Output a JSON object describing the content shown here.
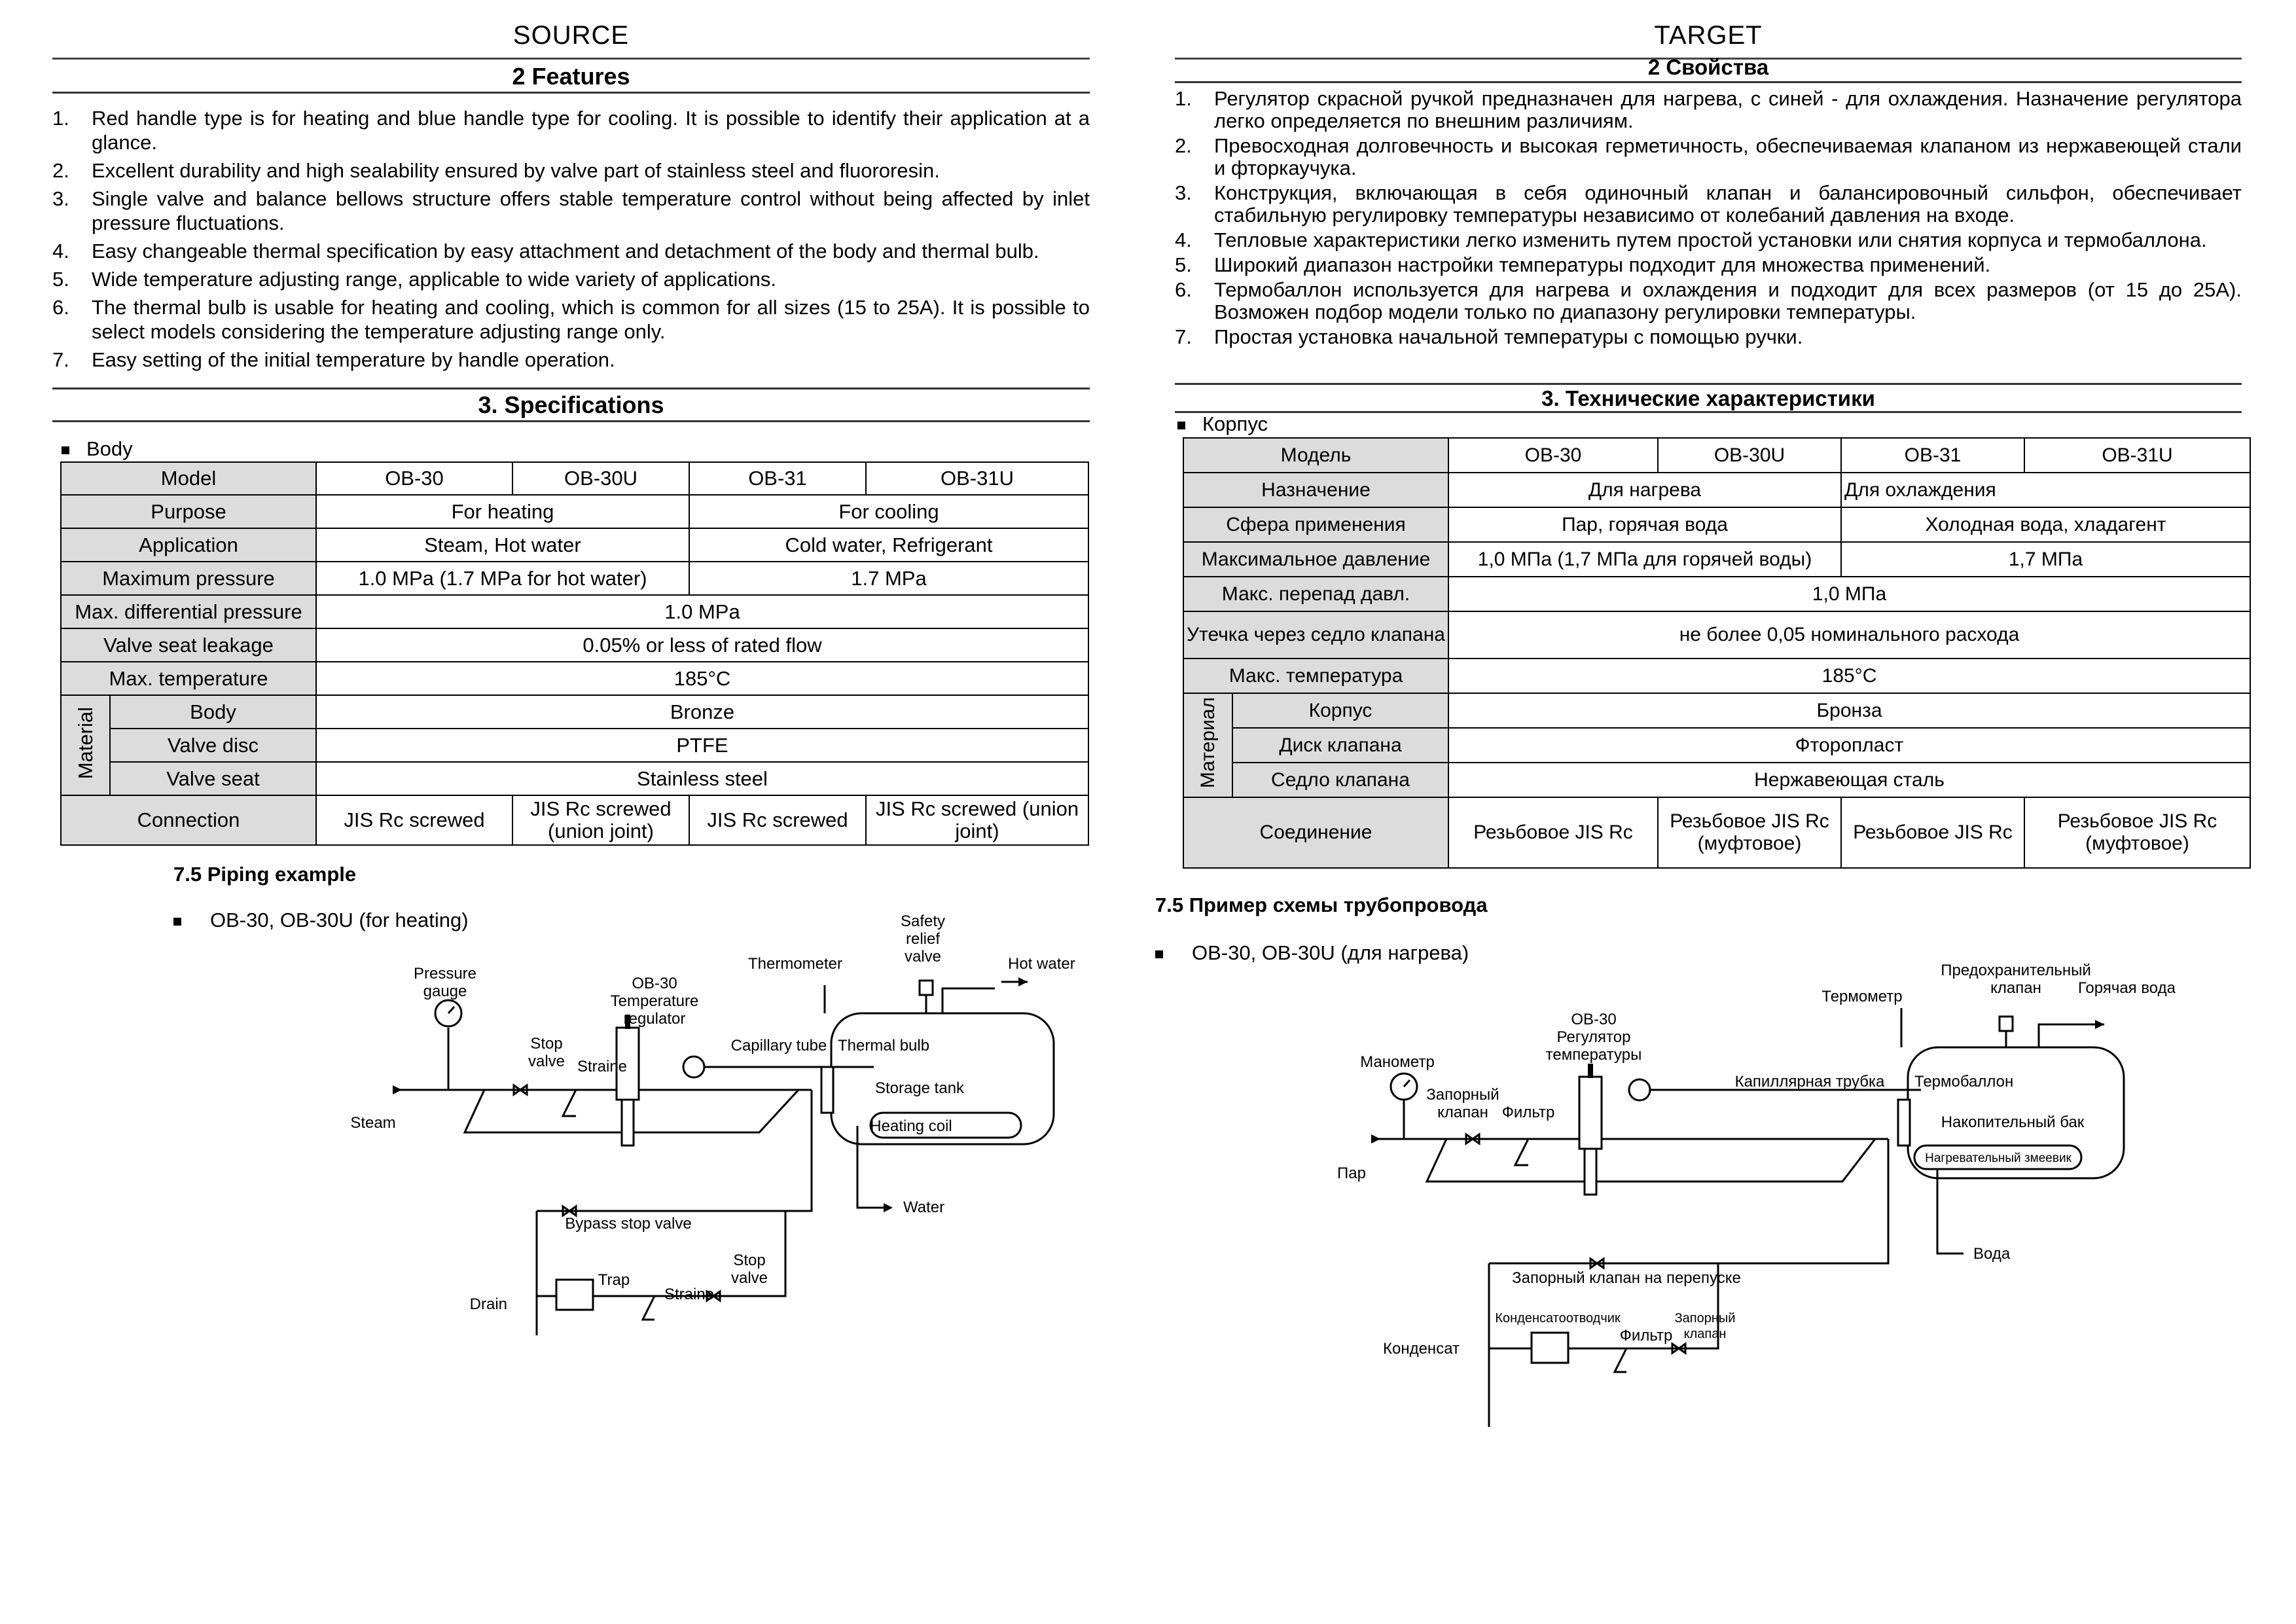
{
  "source": {
    "panel_title": "SOURCE",
    "features_heading": "2 Features",
    "features": [
      {
        "num": "1.",
        "text": "Red handle type is for heating and blue handle type for cooling. It is possible to identify their application at a glance."
      },
      {
        "num": "2.",
        "text": "Excellent durability and high sealability ensured by valve part of stainless steel and fluororesin."
      },
      {
        "num": "3.",
        "text": "Single valve and balance bellows structure offers stable temperature control without being affected by inlet pressure fluctuations."
      },
      {
        "num": "4.",
        "text": "Easy changeable thermal specification by easy attachment and detachment of the body and thermal bulb."
      },
      {
        "num": "5.",
        "text": "Wide temperature adjusting range, applicable to wide variety of applications."
      },
      {
        "num": "6.",
        "text": "The thermal bulb is usable for heating and cooling, which is common for all sizes (15 to 25A). It is possible to select models considering the temperature adjusting range only."
      },
      {
        "num": "7.",
        "text": "Easy setting of the initial temperature by handle operation."
      }
    ],
    "specs_heading": "3. Specifications",
    "body_label": "Body",
    "table": {
      "model_label": "Model",
      "models": [
        "OB-30",
        "OB-30U",
        "OB-31",
        "OB-31U"
      ],
      "purpose_label": "Purpose",
      "purpose_heating": "For heating",
      "purpose_cooling": "For cooling",
      "application_label": "Application",
      "application_heating": "Steam, Hot water",
      "application_cooling": "Cold water, Refrigerant",
      "max_pressure_label": "Maximum pressure",
      "max_pressure_heating": "1.0 MPa (1.7 MPa for hot water)",
      "max_pressure_cooling": "1.7 MPa",
      "max_diff_label": "Max. differential pressure",
      "max_diff_value": "1.0 MPa",
      "leakage_label": "Valve seat leakage",
      "leakage_value": "0.05% or less of rated flow",
      "max_temp_label": "Max. temperature",
      "max_temp_value": "185°C",
      "material_label": "Material",
      "body_row_label": "Body",
      "body_row_value": "Bronze",
      "disc_label": "Valve disc",
      "disc_value": "PTFE",
      "seat_label": "Valve seat",
      "seat_value": "Stainless steel",
      "connection_label": "Connection",
      "connections": [
        "JIS Rc screwed",
        "JIS Rc screwed (union joint)",
        "JIS Rc screwed",
        "JIS Rc screwed (union joint)"
      ]
    },
    "piping_title": "7.5 Piping example",
    "piping_sub": "OB-30, OB-30U (for heating)",
    "diagram": {
      "safety_valve": [
        "Safety",
        "relief",
        "valve"
      ],
      "hot_water": "Hot water",
      "thermometer": "Thermometer",
      "regulator": [
        "OB-30",
        "Temperature",
        "regulator"
      ],
      "pressure_gauge": [
        "Pressure",
        "gauge"
      ],
      "capillary": "Capillary tube",
      "thermal_bulb": "Thermal bulb",
      "stop_valve": [
        "Stop",
        "valve"
      ],
      "strainer": "Straine",
      "storage_tank": "Storage tank",
      "steam": "Steam",
      "heating_coil": "Heating coil",
      "water": "Water",
      "bypass": "Bypass stop valve",
      "trap": "Trap",
      "stop_valve2": [
        "Stop",
        "valve"
      ],
      "drain": "Drain",
      "strainer2": "Straine"
    }
  },
  "target": {
    "panel_title": "TARGET",
    "features_heading": "2 Свойства",
    "features": [
      {
        "num": "1.",
        "text": "Регулятор скрасной ручкой предназначен для нагрева, с синей - для охлаждения. Назначение регулятора легко определяется по внешним различиям."
      },
      {
        "num": "2.",
        "text": "Превосходная долговечность и высокая герметичность, обеспечиваемая клапаном из нержавеющей стали и фторкаучука."
      },
      {
        "num": "3.",
        "text": "Конструкция, включающая в себя одиночный клапан и балансировочный сильфон, обеспечивает стабильную регулировку температуры независимо от колебаний давления на входе."
      },
      {
        "num": "4.",
        "text": "Тепловые характеристики легко изменить путем простой установки или снятия корпуса и термобаллона."
      },
      {
        "num": "5.",
        "text": "Широкий диапазон настройки температуры подходит для множества применений."
      },
      {
        "num": "6.",
        "text": "Термобаллон используется для нагрева и охлаждения и подходит для всех размеров (от 15 до 25A). Возможен подбор модели только по диапазону регулировки температуры."
      },
      {
        "num": "7.",
        "text": "Простая установка начальной температуры с помощью ручки."
      }
    ],
    "specs_heading": "3. Технические характеристики",
    "body_label": "Корпус",
    "table": {
      "model_label": "Модель",
      "models": [
        "OB-30",
        "OB-30U",
        "OB-31",
        "OB-31U"
      ],
      "purpose_label": "Назначение",
      "purpose_heating": "Для нагрева",
      "purpose_cooling": "Для охлаждения",
      "application_label": "Сфера применения",
      "application_heating": "Пар, горячая вода",
      "application_cooling": "Холодная вода, хладагент",
      "max_pressure_label": "Максимальное давление",
      "max_pressure_heating": "1,0 МПа (1,7 МПа для горячей воды)",
      "max_pressure_cooling": "1,7 МПа",
      "max_diff_label": "Макс. перепад давл.",
      "max_diff_value": "1,0 МПа",
      "leakage_label": "Утечка через седло клапана",
      "leakage_value": "не более 0,05 номинального расхода",
      "max_temp_label": "Макс. температура",
      "max_temp_value": "185°C",
      "material_label": "Материал",
      "body_row_label": "Корпус",
      "body_row_value": "Бронза",
      "disc_label": "Диск клапана",
      "disc_value": "Фторопласт",
      "seat_label": "Седло клапана",
      "seat_value": "Нержавеющая сталь",
      "connection_label": "Соединение",
      "connections": [
        "Резьбовое JIS Rc",
        "Резьбовое JIS Rc (муфтовое)",
        "Резьбовое JIS Rc",
        "Резьбовое JIS Rc (муфтовое)"
      ]
    },
    "piping_title": "7.5 Пример схемы трубопровода",
    "piping_sub": "OB-30, OB-30U (для нагрева)",
    "diagram": {
      "safety_valve": [
        "Предохранительный",
        "клапан"
      ],
      "hot_water": "Горячая вода",
      "thermometer": "Термометр",
      "regulator": [
        "OB-30",
        "Регулятор",
        "температуры"
      ],
      "pressure_gauge": [
        "Манометр"
      ],
      "capillary": "Капиллярная трубка",
      "thermal_bulb": "Термобаллон",
      "stop_valve": [
        "Запорный",
        "клапан"
      ],
      "strainer": "Фильтр",
      "storage_tank": "Накопительный бак",
      "steam": "Пар",
      "heating_coil": "Нагревательный змеевик",
      "water": "Вода",
      "bypass": "Запорный клапан на перепуске",
      "trap": "Конденсатоотводчик",
      "stop_valve2": [
        "Запорный",
        "клапан"
      ],
      "drain": "Конденсат",
      "strainer2": "Фильтр"
    }
  }
}
